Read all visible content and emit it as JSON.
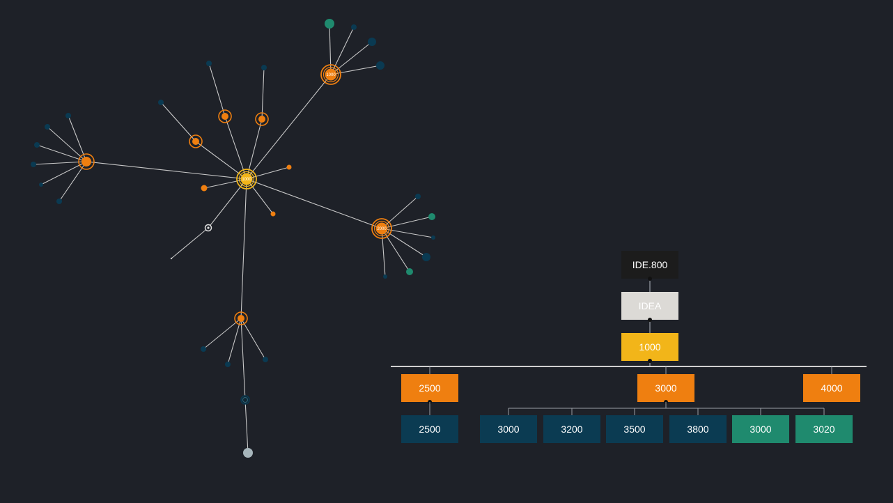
{
  "colors": {
    "background": "#1e2128",
    "edge": "#c8c8c8",
    "root_node": "#f2b519",
    "group_node": "#ef7f10",
    "teal_leaf": "#1f8a6e",
    "navy_leaf": "#0a3a52",
    "gray_leaf": "#a7b6bc",
    "box_dark": "#1c1c1c",
    "box_light": "#dcdad6",
    "box_root": "#f2b519",
    "box_group": "#ef7f10",
    "box_navy": "#0b3b52",
    "box_teal": "#1f8a6e"
  },
  "graph": {
    "root_label": "1000",
    "hub_labels": {
      "top_right": "1000",
      "right": "2000"
    }
  },
  "tree": {
    "top": "IDE.800",
    "idea": "IDEA",
    "root": "1000",
    "groups": [
      {
        "label": "2500",
        "children": [
          {
            "label": "2500",
            "color": "navy"
          }
        ]
      },
      {
        "label": "3000",
        "children": [
          {
            "label": "3000",
            "color": "navy"
          },
          {
            "label": "3200",
            "color": "navy"
          },
          {
            "label": "3500",
            "color": "navy"
          },
          {
            "label": "3800",
            "color": "navy"
          },
          {
            "label": "3000",
            "color": "teal"
          },
          {
            "label": "3020",
            "color": "teal"
          }
        ]
      },
      {
        "label": "4000",
        "children": []
      }
    ]
  }
}
